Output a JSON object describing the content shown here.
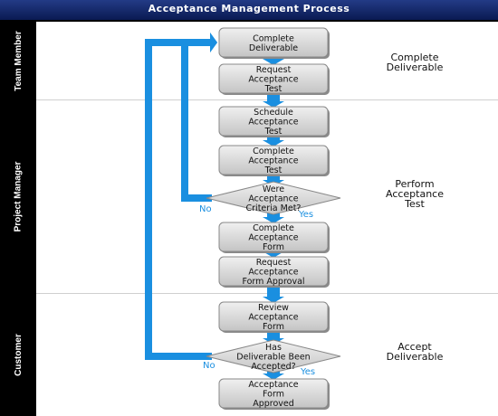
{
  "title": "Acceptance Management Process",
  "lanes": [
    "Team Member",
    "Project Manager",
    "Customer"
  ],
  "phases": [
    [
      "Complete",
      "Deliverable"
    ],
    [
      "Perform",
      "Acceptance",
      "Test"
    ],
    [
      "Accept",
      "Deliverable"
    ]
  ],
  "steps": [
    [
      "Complete",
      "Deliverable"
    ],
    [
      "Request",
      "Acceptance",
      "Test"
    ],
    [
      "Schedule",
      "Acceptance",
      "Test"
    ],
    [
      "Complete",
      "Acceptance",
      "Test"
    ],
    [
      "Were",
      "Acceptance",
      "Criteria Met?"
    ],
    [
      "Complete",
      "Acceptance",
      "Form"
    ],
    [
      "Request",
      "Acceptance",
      "Form Approval"
    ],
    [
      "Review",
      "Acceptance",
      "Form"
    ],
    [
      "Has",
      "Deliverable Been",
      "Accepted?"
    ],
    [
      "Acceptance",
      "Form",
      "Approved"
    ]
  ],
  "branches": {
    "no": "No",
    "yes": "Yes"
  },
  "colors": {
    "arrow": "#1a8fe0",
    "box_fill": "#d9d9d9",
    "title_bar": "#1b2f73"
  }
}
